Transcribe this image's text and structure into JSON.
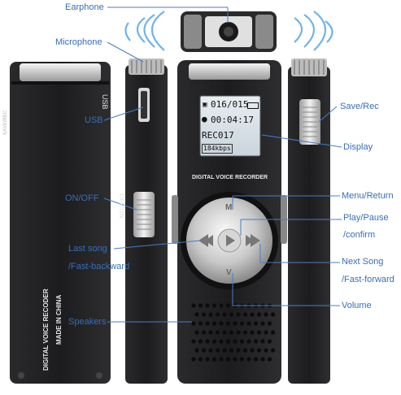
{
  "labels": {
    "earphone": "Earphone",
    "microphone": "Microphone",
    "usb": "USB",
    "on_off": "ON/OFF",
    "last_song": "Last song",
    "fast_backward": "/Fast-backward",
    "speakers": "Speakers",
    "save_rec": "Save/Rec",
    "display": "Display",
    "menu_return": "Menu/Return",
    "play_pause": "Play/Pause",
    "confirm": "/confirm",
    "next_song": "Next Song",
    "fast_forward": "/Fast-forward",
    "volume": "Volume"
  },
  "device": {
    "side_usb": "USB",
    "side_off_on": "OFF/ON",
    "save_rec_side": "SAVE/REC",
    "back_line1": "DIGITAL VOICE RECODER",
    "back_line2": "MADE IN CHINA",
    "front_brand": "DIGITAL VOICE RECORDER",
    "btn_menu": "M",
    "btn_volume": "V"
  },
  "lcd": {
    "track": "016/015",
    "time": "00:04:17",
    "file": "REC017",
    "bitrate": "184kbps"
  },
  "colors": {
    "label": "#3a6db5",
    "leader": "#4a7cc4",
    "body": "#1b1b1d",
    "wave": "#6fb3e8"
  }
}
